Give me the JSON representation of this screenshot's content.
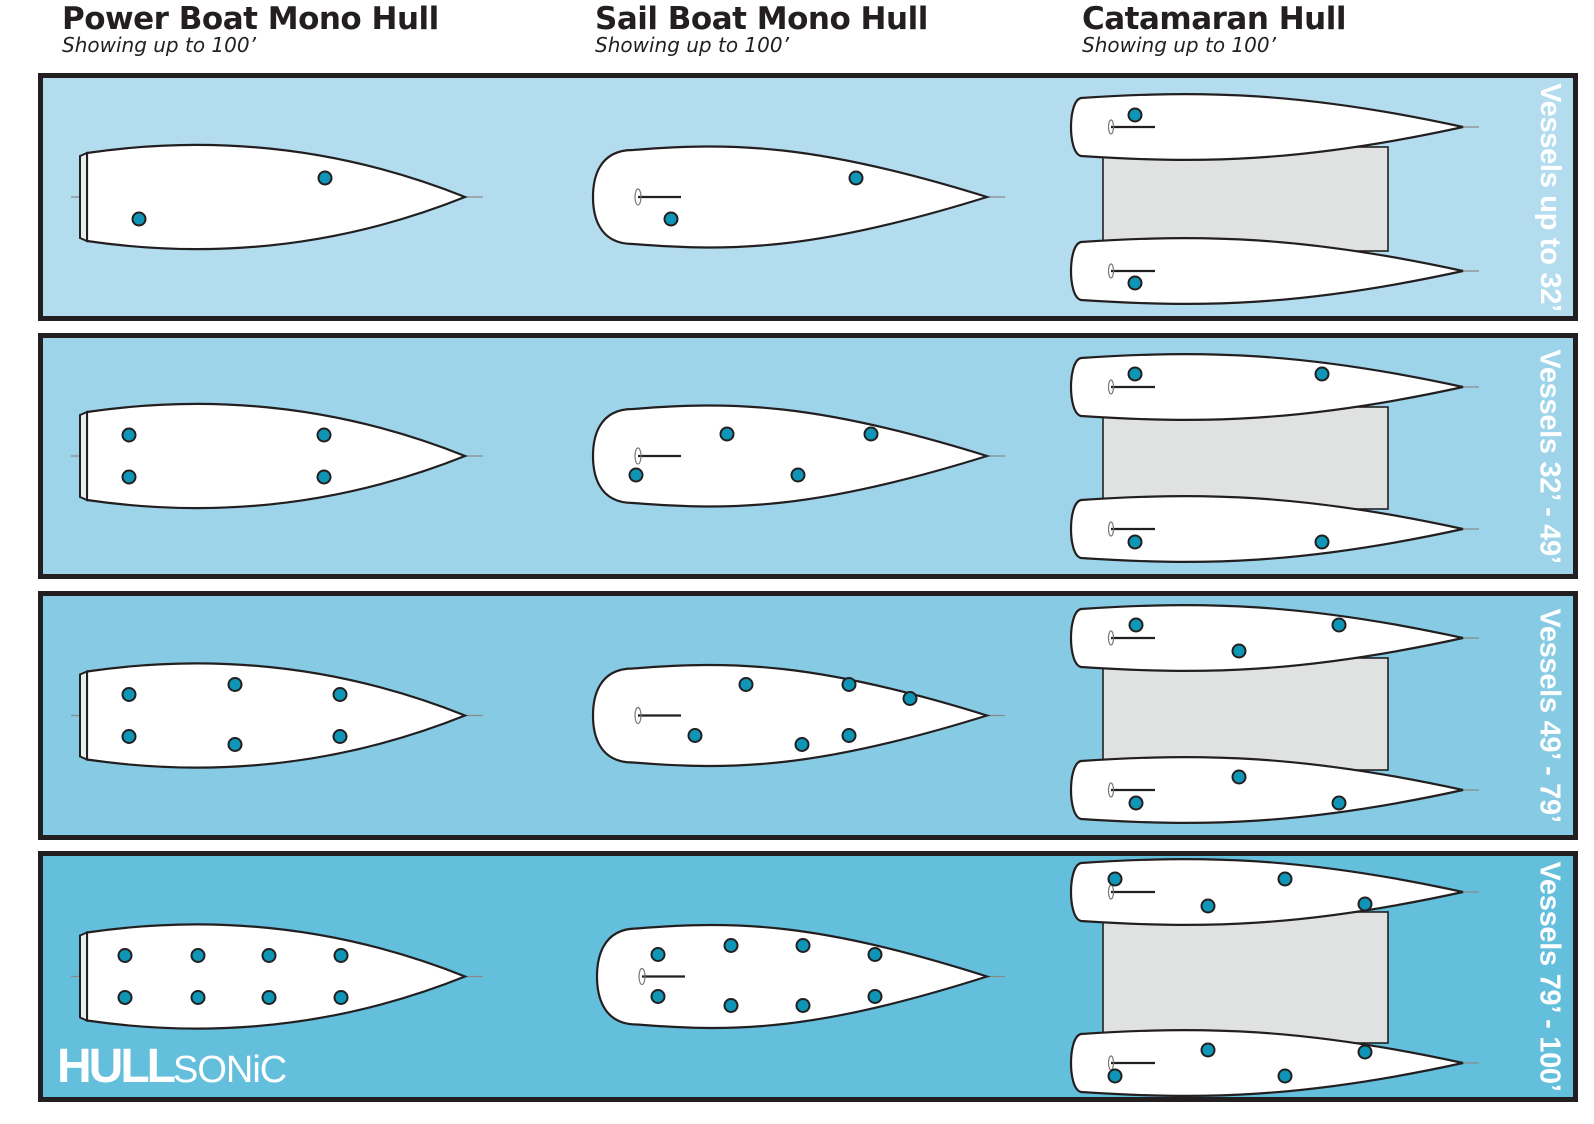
{
  "columns": [
    {
      "title": "Power Boat Mono Hull",
      "subtitle": "Showing up to 100’"
    },
    {
      "title": "Sail Boat Mono Hull",
      "subtitle": "Showing up to 100’"
    },
    {
      "title": "Catamaran Hull",
      "subtitle": "Showing up to 100’"
    }
  ],
  "bands": [
    {
      "label": "Vessels up to  32’",
      "color": "#b3ddee",
      "sensors": {
        "power": 2,
        "sail": 2,
        "catamaran_per_hull": 1
      }
    },
    {
      "label": "Vessels 32’ - 49’",
      "color": "#9dd4e9",
      "sensors": {
        "power": 4,
        "sail": 4,
        "catamaran_per_hull": 2
      }
    },
    {
      "label": "Vessels 49’ - 79’",
      "color": "#86cbe3",
      "sensors": {
        "power": 6,
        "sail": 6,
        "catamaran_per_hull": 3
      }
    },
    {
      "label": "Vessels 79’ - 100’",
      "color": "#63bfdc",
      "sensors": {
        "power": 8,
        "sail": 8,
        "catamaran_per_hull": 4
      }
    }
  ],
  "logo": {
    "part1": "HULL",
    "part2": "SONiC"
  },
  "colors": {
    "sensor": "#0f95b5",
    "hull": "#ffffff",
    "outline": "#231f20",
    "bridge_deck": "#e0e1e1"
  }
}
